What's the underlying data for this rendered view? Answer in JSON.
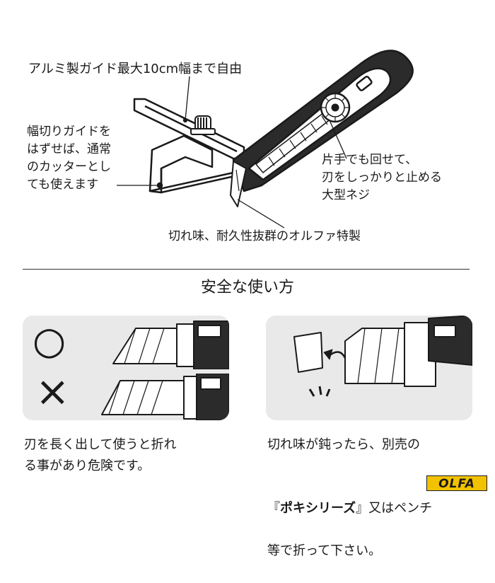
{
  "feature_labels": {
    "guide": "アルミ製ガイド最大10cm幅まで自由",
    "removable": "幅切りガイドを\nはずせば、通常\nのカッターとし\nても使えます",
    "screw": "片手でも回せて、\n刃をしっかりと止める\n大型ネジ",
    "blade": "切れ味、耐久性抜群のオルファ特製"
  },
  "section_title": "安全な使い方",
  "panels": {
    "left": {
      "good_mark": "○",
      "bad_mark": "×",
      "caption": "刃を長く出して使うと折れ\nる事があり危険です。"
    },
    "right": {
      "caption_line1": "切れ味が鈍ったら、別売の",
      "caption_quote_open": "『",
      "caption_series": "ポキシリーズ",
      "caption_quote_close": "』",
      "caption_line2_rest": "又はペンチ",
      "caption_line3": "等で折って下さい。"
    }
  },
  "logo": {
    "text": "OLFA",
    "color": "#f2c200"
  },
  "colors": {
    "panel_bg": "#e9e9e9",
    "ink": "#1a1a1a"
  }
}
